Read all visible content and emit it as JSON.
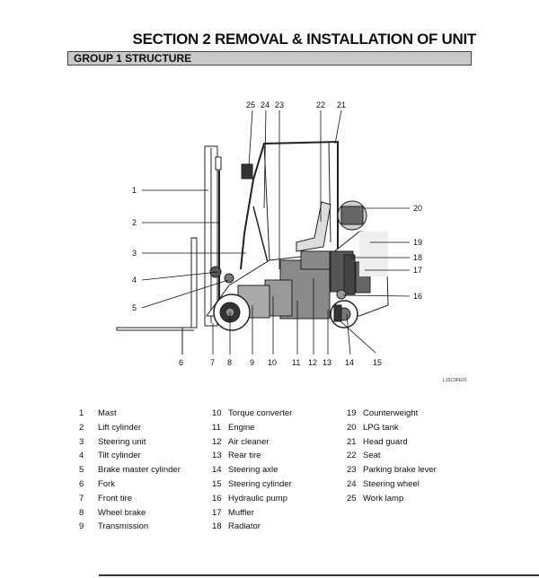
{
  "section_title": "SECTION 2 REMOVAL & INSTALLATION OF UNIT",
  "group_title": "GROUP 1 STRUCTURE",
  "figure_code": "L15C9FE01",
  "callouts": [
    "1",
    "2",
    "3",
    "4",
    "5",
    "6",
    "7",
    "8",
    "9",
    "10",
    "11",
    "12",
    "13",
    "14",
    "15",
    "16",
    "17",
    "18",
    "19",
    "20",
    "21",
    "22",
    "23",
    "24",
    "25"
  ],
  "legend": {
    "col1": [
      {
        "num": "1",
        "label": "Mast"
      },
      {
        "num": "2",
        "label": "Lift cylinder"
      },
      {
        "num": "3",
        "label": "Steering unit"
      },
      {
        "num": "4",
        "label": "Tilt cylinder"
      },
      {
        "num": "5",
        "label": "Brake master cylinder"
      },
      {
        "num": "6",
        "label": "Fork"
      },
      {
        "num": "7",
        "label": "Front tire"
      },
      {
        "num": "8",
        "label": "Wheel brake"
      },
      {
        "num": "9",
        "label": "Transmission"
      }
    ],
    "col2": [
      {
        "num": "10",
        "label": "Torque converter"
      },
      {
        "num": "11",
        "label": "Engine"
      },
      {
        "num": "12",
        "label": "Air cleaner"
      },
      {
        "num": "13",
        "label": "Rear tire"
      },
      {
        "num": "14",
        "label": "Steering axle"
      },
      {
        "num": "15",
        "label": "Steering cylinder"
      },
      {
        "num": "16",
        "label": "Hydraulic pump"
      },
      {
        "num": "17",
        "label": "Muffler"
      },
      {
        "num": "18",
        "label": "Radiator"
      }
    ],
    "col3": [
      {
        "num": "19",
        "label": "Counterweight"
      },
      {
        "num": "20",
        "label": "LPG tank"
      },
      {
        "num": "21",
        "label": "Head guard"
      },
      {
        "num": "22",
        "label": "Seat"
      },
      {
        "num": "23",
        "label": "Parking brake lever"
      },
      {
        "num": "24",
        "label": "Steering wheel"
      },
      {
        "num": "25",
        "label": "Work lamp"
      }
    ]
  }
}
